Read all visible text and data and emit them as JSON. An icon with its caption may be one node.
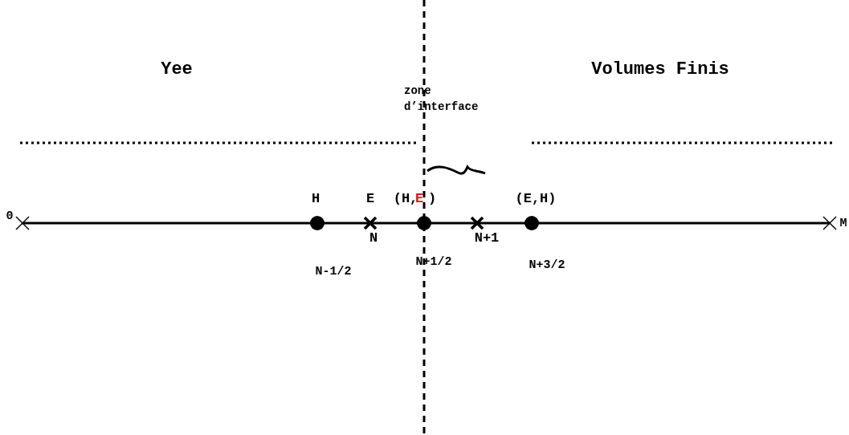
{
  "diagram": {
    "labels": [
      "Yee",
      "Volumes Finis",
      "zone d’interface",
      "H",
      "E",
      "(H,",
      "E",
      ")",
      "(E,H)",
      "0",
      "M",
      "N",
      "N+1",
      "N-1/2",
      "N+1/2",
      "N+3/2"
    ]
  }
}
